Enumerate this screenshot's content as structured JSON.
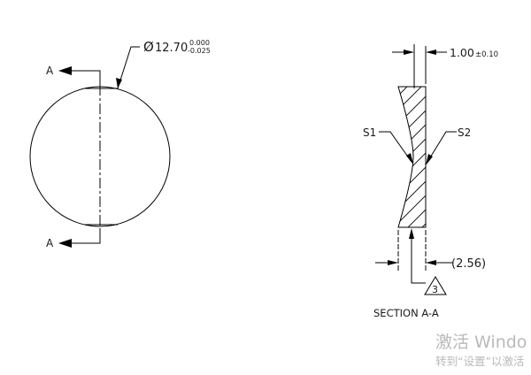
{
  "drawing": {
    "front_view": {
      "diameter_symbol": "Ø",
      "diameter_value": "12.70",
      "tolerance_upper": "0.000",
      "tolerance_lower": "-0.025",
      "section_label_top": "A",
      "section_label_bottom": "A"
    },
    "section_view": {
      "thickness_value": "1.00",
      "thickness_tolerance": "±0.10",
      "surface_left_label": "S1",
      "surface_right_label": "S2",
      "edge_thickness_reference": "(2.56)",
      "note_flag_number": "3",
      "title": "SECTION A-A"
    },
    "colors": {
      "line": "#000000",
      "label_text": "#1a1a1a",
      "section_letter": "#1a1a1a",
      "watermark": "#b9b9b9"
    }
  },
  "watermark": {
    "line1": "激活 Windo",
    "line2": "转到“设置”以激活"
  }
}
